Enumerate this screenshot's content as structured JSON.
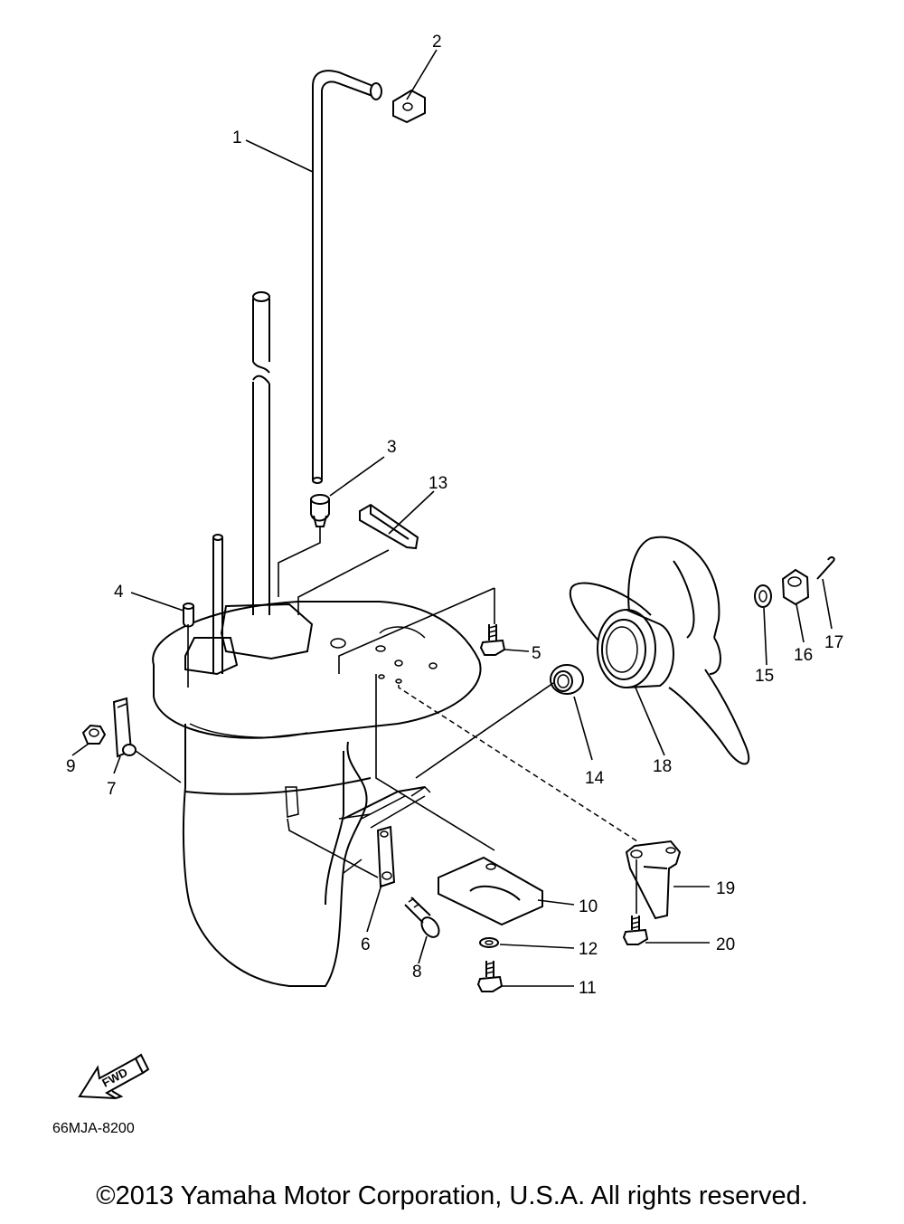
{
  "diagram": {
    "part_labels": {
      "p1": "1",
      "p2": "2",
      "p3": "3",
      "p4": "4",
      "p5": "5",
      "p6": "6",
      "p7": "7",
      "p8": "8",
      "p9": "9",
      "p10": "10",
      "p11": "11",
      "p12": "12",
      "p13": "13",
      "p14": "14",
      "p15": "15",
      "p16": "16",
      "p17": "17",
      "p18": "18",
      "p19": "19",
      "p20": "20"
    },
    "fwd_label": "FWD",
    "diagram_code": "66MJA-8200"
  },
  "footer": {
    "copyright": "©2013 Yamaha Motor Corporation, U.S.A. All rights reserved."
  }
}
